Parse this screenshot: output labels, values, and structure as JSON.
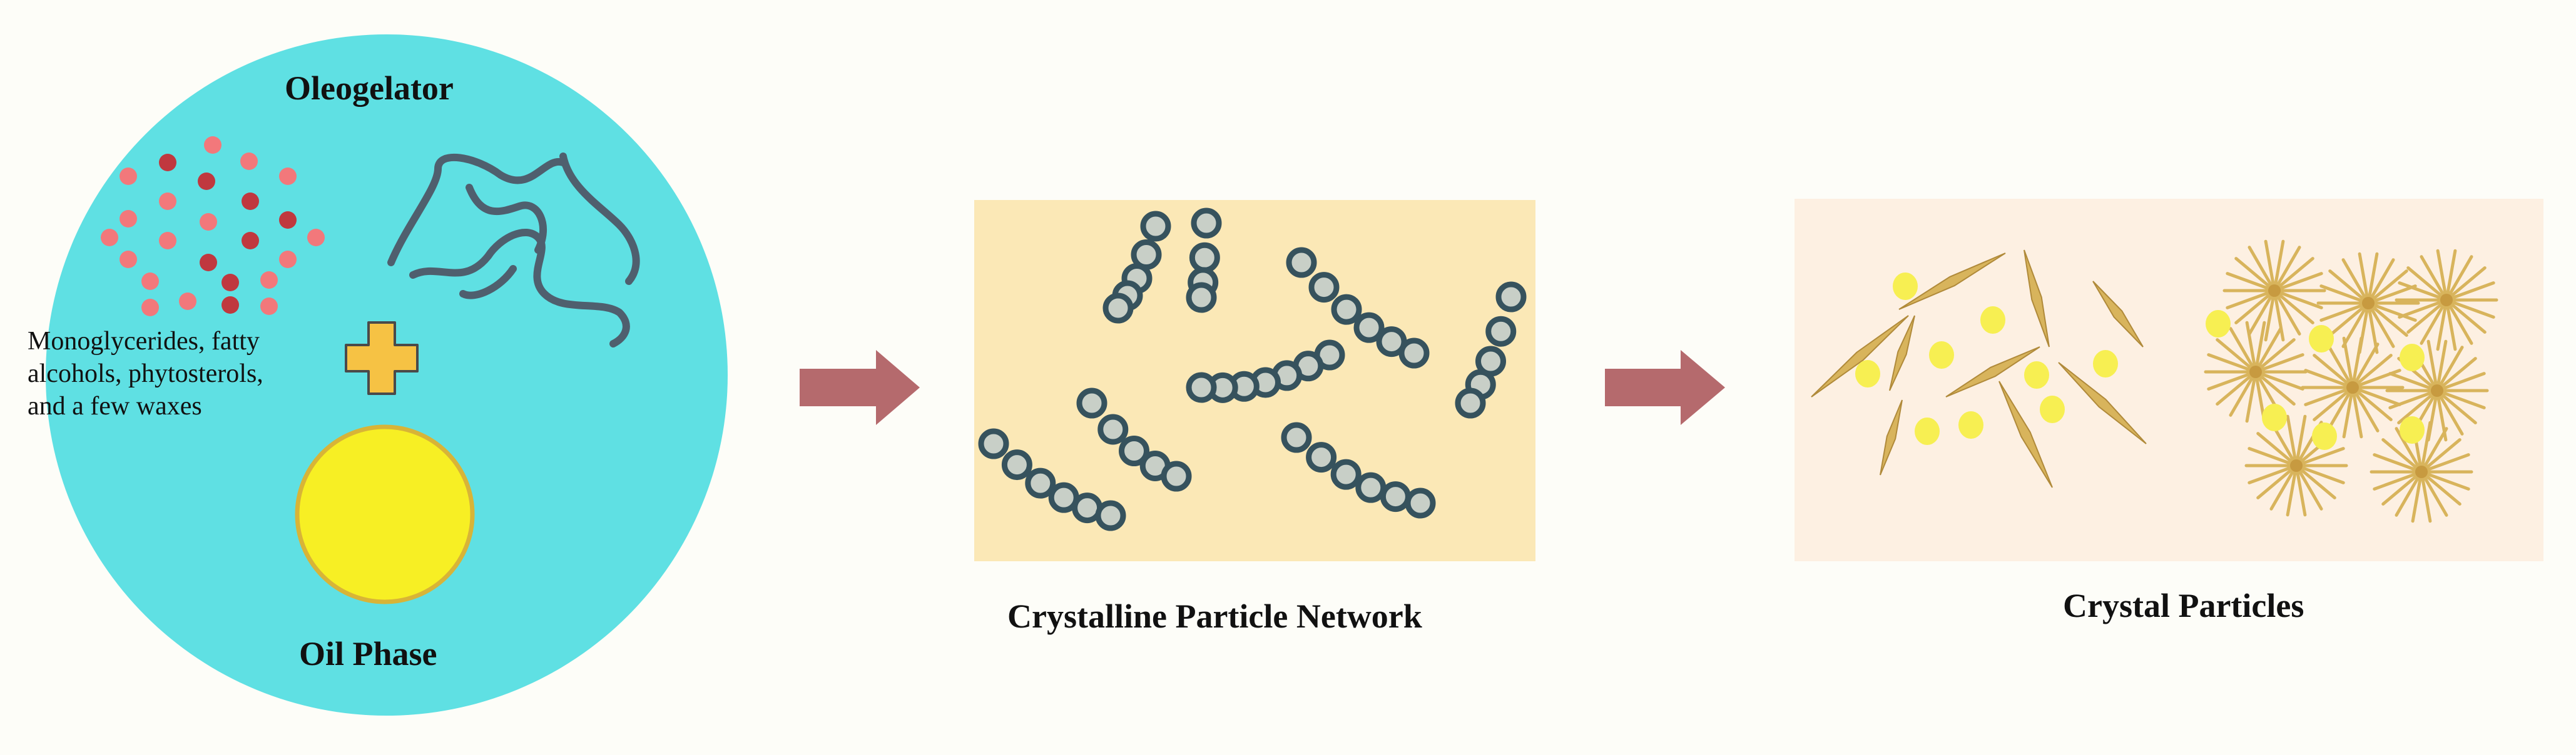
{
  "oleogelator": {
    "title": "Oleogelator",
    "gelator_lines": [
      "Monoglycerides, fatty",
      "alcohols, phytosterols,",
      "and a few waxes"
    ],
    "oil_label": "Oil Phase"
  },
  "network": {
    "label": "Crystalline Particle Network"
  },
  "crystals": {
    "label": "Crystal Particles"
  },
  "colors": {
    "page_bg": "#fdfdf8",
    "circle": "#5fe0e3",
    "dot_light": "#f2787b",
    "dot_dark": "#c0383f",
    "polymer_line": "#4f5f6e",
    "plus": "#f6c244",
    "oil_fill": "#f7ef24",
    "oil_rim": "#d8b437",
    "arrow": "#b56a6d",
    "network_bg": "#fbe8b6",
    "bead": "#c8cfc7",
    "bead_rim": "#36525d",
    "crystal_bg": "#fdf0e2",
    "needle": "#d8b45c",
    "droplet": "#f7ef52"
  },
  "icons": [
    "polymer-strand-icon",
    "plus-icon",
    "oil-droplet-icon",
    "arrow-right-icon",
    "bead-chain-icon",
    "needle-crystal-icon",
    "spherulite-icon"
  ]
}
